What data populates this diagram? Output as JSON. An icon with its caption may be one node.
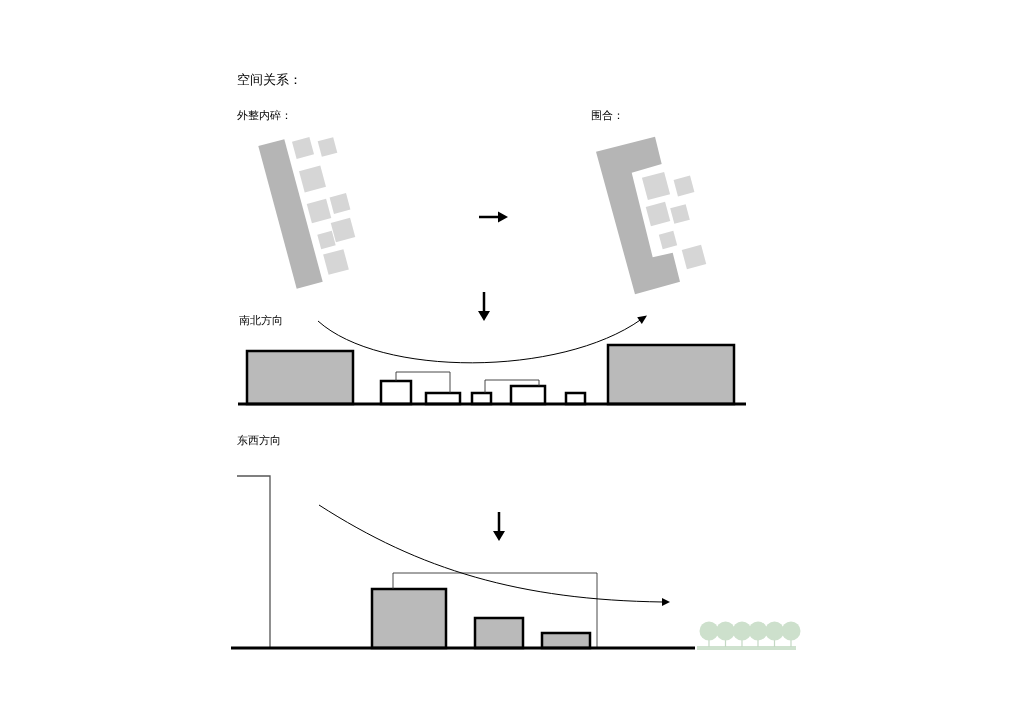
{
  "diagram": {
    "title": "空间关系：",
    "labels": [
      "外整内碎：",
      "围合：",
      "南北方向",
      "东西方向"
    ]
  }
}
